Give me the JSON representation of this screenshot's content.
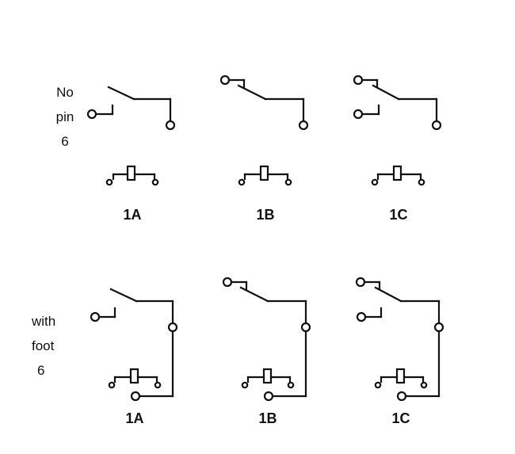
{
  "rows": [
    {
      "label_lines": [
        "No",
        "pin",
        "6"
      ]
    },
    {
      "label_lines": [
        "with",
        "foot",
        "6"
      ]
    }
  ],
  "variants": [
    "1A",
    "1B",
    "1C"
  ],
  "colors": {
    "line": "#111111",
    "text": "#111111",
    "background": "#ffffff"
  }
}
